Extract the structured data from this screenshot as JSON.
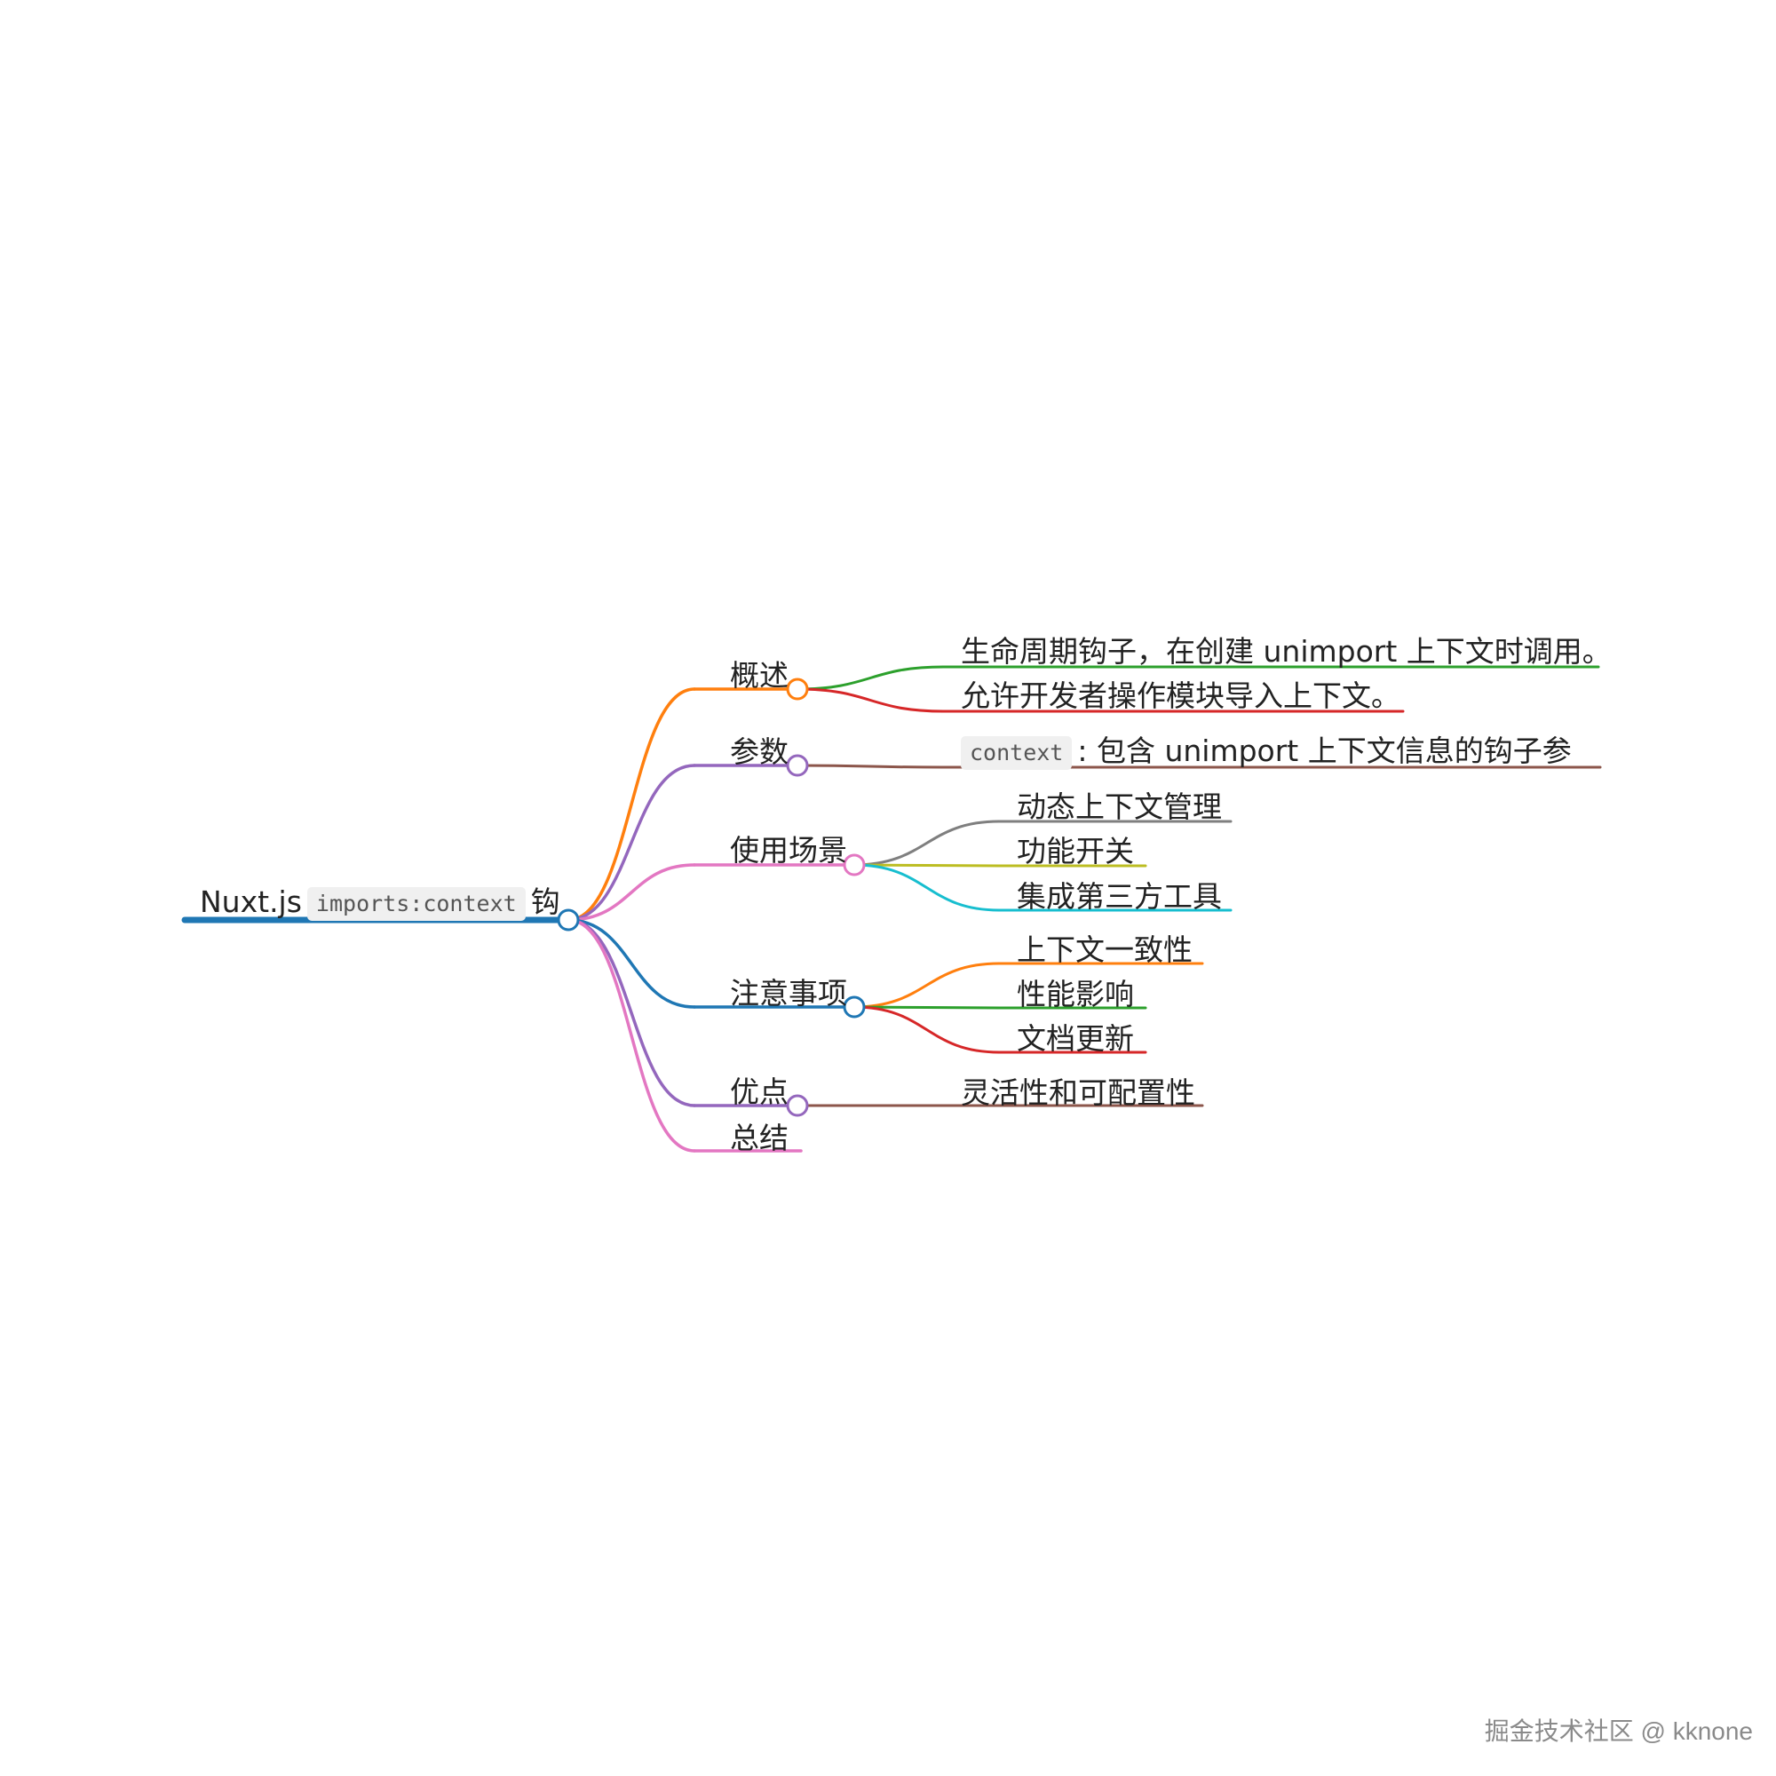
{
  "root": {
    "prefix": "Nuxt.js",
    "code": "imports:context",
    "suffix": "钩"
  },
  "branches": [
    {
      "label": "概述",
      "children": [
        {
          "text": "生命周期钩子，在创建 unimport 上下文时调用。"
        },
        {
          "text": "允许开发者操作模块导入上下文。"
        }
      ]
    },
    {
      "label": "参数",
      "children": [
        {
          "code": "context",
          "text": ": 包含 unimport 上下文信息的钩子参"
        }
      ]
    },
    {
      "label": "使用场景",
      "children": [
        {
          "text": "动态上下文管理"
        },
        {
          "text": "功能开关"
        },
        {
          "text": "集成第三方工具"
        }
      ]
    },
    {
      "label": "注意事项",
      "children": [
        {
          "text": "上下文一致性"
        },
        {
          "text": "性能影响"
        },
        {
          "text": "文档更新"
        }
      ]
    },
    {
      "label": "优点",
      "children": [
        {
          "text": "灵活性和可配置性"
        }
      ]
    },
    {
      "label": "总结",
      "children": []
    }
  ],
  "colors": {
    "root": "#1f77b4",
    "branches": [
      "#ff7f0e",
      "#9467bd",
      "#e377c2",
      "#1f77b4",
      "#9467bd",
      "#e377c2"
    ],
    "leaves": [
      "#2ca02c",
      "#d62728",
      "#8c564b",
      "#7f7f7f",
      "#bcbd22",
      "#17becf",
      "#ff7f0e",
      "#2ca02c",
      "#d62728",
      "#8c564b"
    ]
  },
  "watermark": "掘金技术社区 @ kknone"
}
